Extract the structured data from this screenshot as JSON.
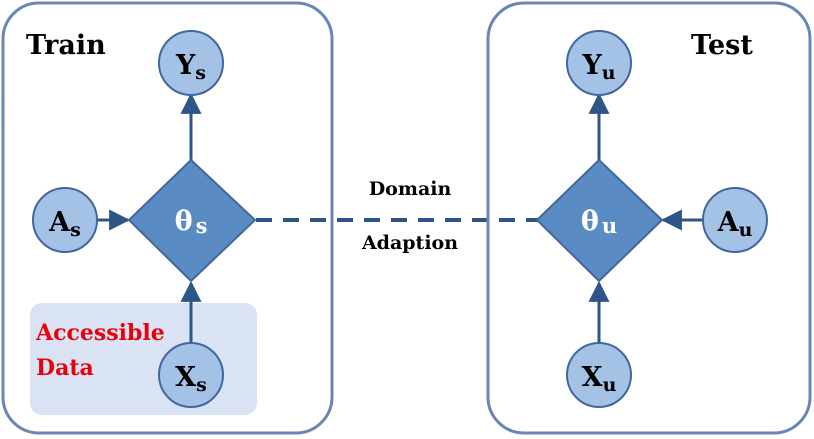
{
  "train_panel": {
    "title": "Train",
    "nodes": {
      "y": {
        "main": "Y",
        "sub": "s"
      },
      "theta": {
        "main": "θ",
        "sub": "s"
      },
      "a": {
        "main": "A",
        "sub": "s"
      },
      "x": {
        "main": "X",
        "sub": "s"
      }
    },
    "accessible_label_line1": "Accessible",
    "accessible_label_line2": "Data"
  },
  "test_panel": {
    "title": "Test",
    "nodes": {
      "y": {
        "main": "Y",
        "sub": "u"
      },
      "theta": {
        "main": "θ",
        "sub": "u"
      },
      "a": {
        "main": "A",
        "sub": "u"
      },
      "x": {
        "main": "X",
        "sub": "u"
      }
    }
  },
  "link": {
    "label_line1": "Domain",
    "label_line2": "Adaption"
  },
  "colors": {
    "panel_border": "#6a85b6",
    "node_fill": "#a4c1e6",
    "node_border": "#41679e",
    "diamond_fill": "#5a8cc3",
    "arrow": "#2e5587",
    "dashed_link": "#2e5587",
    "accessible_bg": "#dae3f3",
    "accessible_text": "#e8000b"
  }
}
